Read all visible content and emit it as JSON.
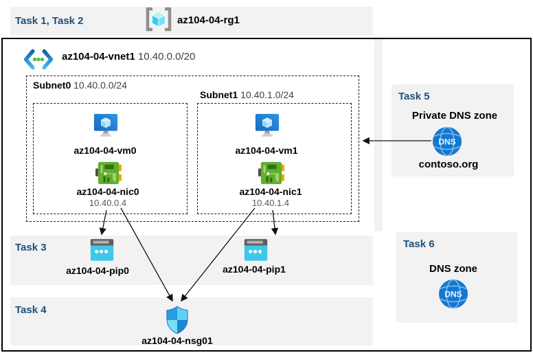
{
  "tasks": {
    "t12": {
      "label": "Task 1, Task 2",
      "resource_group": "az104-04-rg1"
    },
    "t3": {
      "label": "Task 3",
      "pip0": "az104-04-pip0",
      "pip1": "az104-04-pip1"
    },
    "t4": {
      "label": "Task 4",
      "nsg": "az104-04-nsg01"
    },
    "t5": {
      "label": "Task 5",
      "title": "Private DNS zone",
      "zone": "contoso.org",
      "icon_text": "DNS"
    },
    "t6": {
      "label": "Task 6",
      "title": "DNS zone",
      "icon_text": "DNS"
    }
  },
  "vnet": {
    "name": "az104-04-vnet1",
    "cidr": "10.40.0.0/20"
  },
  "subnets": [
    {
      "name": "Subnet0",
      "cidr": "10.40.0.0/24",
      "vm": "az104-04-vm0",
      "nic": "az104-04-nic0",
      "nic_ip": "10.40.0.4"
    },
    {
      "name": "Subnet1",
      "cidr": "10.40.1.0/24",
      "vm": "az104-04-vm1",
      "nic": "az104-04-nic1",
      "nic_ip": "10.40.1.4"
    }
  ],
  "icons": {
    "resource_group": "resource-group-icon",
    "virtual_network": "vnet-icon",
    "virtual_machine": "vm-icon",
    "network_interface": "nic-icon",
    "public_ip": "public-ip-icon",
    "network_security_group": "nsg-shield-icon",
    "dns_zone": "dns-globe-icon"
  },
  "colors": {
    "task_label": "#1f4e79",
    "band_background": "#f2f2f2",
    "frame_border": "#000000",
    "vm_blue": "#1e7fd8",
    "nic_green": "#61af2e",
    "pip_cyan": "#3fc6ea",
    "dns_blue": "#1577cf",
    "muted_text": "#595959"
  }
}
